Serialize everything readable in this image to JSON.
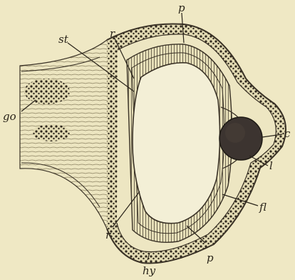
{
  "figure": {
    "labels": {
      "p_top": "p",
      "st": "st",
      "r_top": "r",
      "go": "go",
      "c": "c",
      "l": "l",
      "fl": "fl",
      "r_bottom": "r",
      "p_bottom": "p",
      "hy": "hy"
    },
    "colors": {
      "paper": "#efe8c4",
      "ink": "#2a241a",
      "lens": "#3c3430",
      "vitreous": "#f3efd6"
    }
  }
}
